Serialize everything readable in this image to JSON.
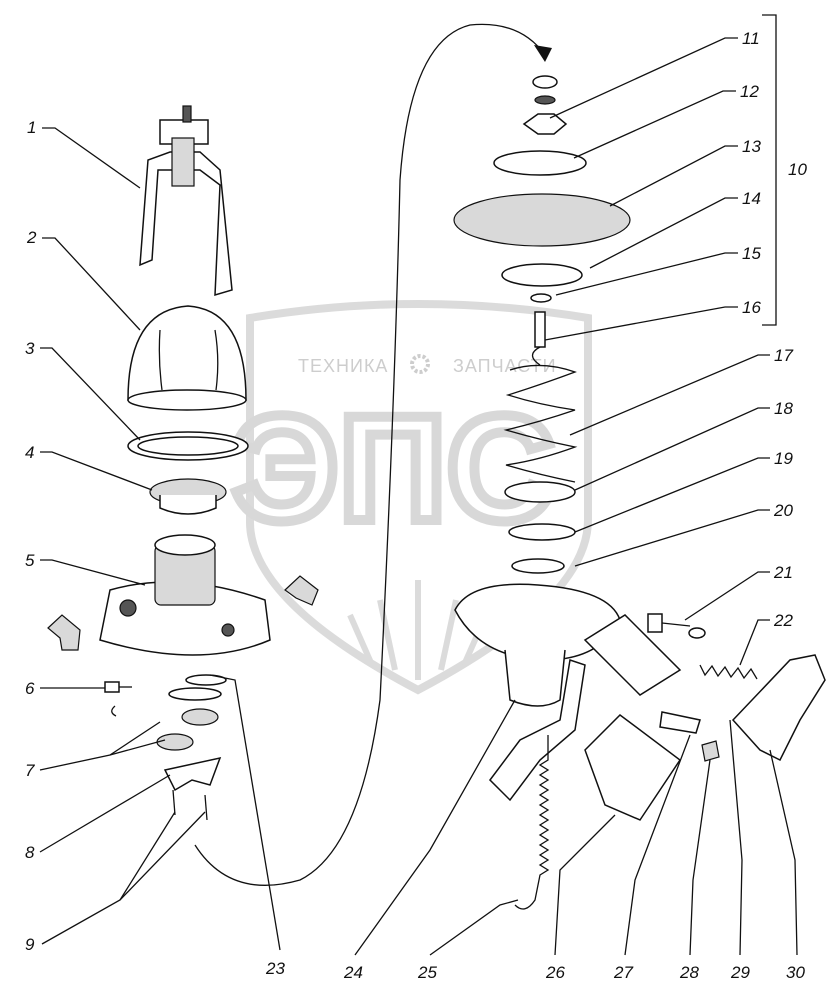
{
  "watermark": {
    "brand_left": "ТЕХНИКА",
    "brand_right": "ЗАПЧАСТИ",
    "logo_text": "ЭПС"
  },
  "callouts": [
    {
      "id": "1",
      "text": "1"
    },
    {
      "id": "2",
      "text": "2"
    },
    {
      "id": "3",
      "text": "3"
    },
    {
      "id": "4",
      "text": "4"
    },
    {
      "id": "5",
      "text": "5"
    },
    {
      "id": "6",
      "text": "6"
    },
    {
      "id": "7",
      "text": "7"
    },
    {
      "id": "8",
      "text": "8"
    },
    {
      "id": "9",
      "text": "9"
    },
    {
      "id": "10",
      "text": "10"
    },
    {
      "id": "11",
      "text": "11"
    },
    {
      "id": "12",
      "text": "12"
    },
    {
      "id": "13",
      "text": "13"
    },
    {
      "id": "14",
      "text": "14"
    },
    {
      "id": "15",
      "text": "15"
    },
    {
      "id": "16",
      "text": "16"
    },
    {
      "id": "17",
      "text": "17"
    },
    {
      "id": "18",
      "text": "18"
    },
    {
      "id": "19",
      "text": "19"
    },
    {
      "id": "20",
      "text": "20"
    },
    {
      "id": "21",
      "text": "21"
    },
    {
      "id": "22",
      "text": "22"
    },
    {
      "id": "23",
      "text": "23"
    },
    {
      "id": "24",
      "text": "24"
    },
    {
      "id": "25",
      "text": "25"
    },
    {
      "id": "26",
      "text": "26"
    },
    {
      "id": "27",
      "text": "27"
    },
    {
      "id": "28",
      "text": "28"
    },
    {
      "id": "29",
      "text": "29"
    },
    {
      "id": "30",
      "text": "30"
    }
  ]
}
